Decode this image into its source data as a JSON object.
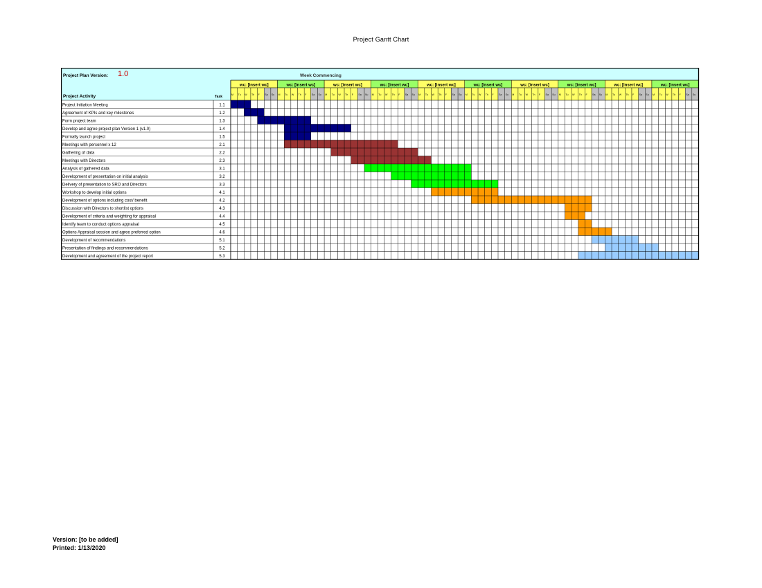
{
  "page": {
    "title": "Project Gantt Chart"
  },
  "header": {
    "version_label": "Project Plan Version:",
    "version_value": "1.0",
    "week_commencing_label": "Week Commencing",
    "activity_header": "Project Activity",
    "task_header": "Task",
    "week_labels": [
      "wc: [insert wc]",
      "wc: [insert wc]",
      "wc: [insert wc]",
      "wc: [insert wc]",
      "wc: [insert wc]",
      "wc: [insert wc]",
      "wc: [insert wc]",
      "wc: [insert wc]",
      "wc: [insert wc]",
      "wc: [insert wc]"
    ],
    "day_labels": [
      "M",
      "Tu",
      "W",
      "Th",
      "F",
      "Sa",
      "Su"
    ]
  },
  "colors": {
    "header_bg": "#ccffff",
    "week_yellow": "#ffff66",
    "week_green": "#99ff66",
    "day_yellow": "#ffff66",
    "day_weekend": "#c0c0c0",
    "phase1": "#000080",
    "phase2": "#993333",
    "phase3": "#00ff00",
    "phase4": "#ff9900",
    "phase5": "#99ccff"
  },
  "chart_data": {
    "type": "gantt",
    "title": "Project Gantt Chart",
    "x_unit": "day index (0 = Monday of week 1, 70 days over 10 weeks)",
    "tasks": [
      {
        "activity": "Project Initiation Meeting",
        "task": "1.1",
        "start": 0,
        "end": 3,
        "phase": 1
      },
      {
        "activity": "Agreement of KPIs and key milestones",
        "task": "1.2",
        "start": 2,
        "end": 5,
        "phase": 1
      },
      {
        "activity": "Form project team",
        "task": "1.3",
        "start": 4,
        "end": 12,
        "phase": 1
      },
      {
        "activity": "Develop and agree project plan Version 1 (v1.0)",
        "task": "1.4",
        "start": 8,
        "end": 18,
        "phase": 1
      },
      {
        "activity": "Formally launch project",
        "task": "1.5",
        "start": 8,
        "end": 12,
        "phase": 1
      },
      {
        "activity": "Meetings with personnel x 12",
        "task": "2.1",
        "start": 8,
        "end": 25,
        "phase": 2
      },
      {
        "activity": "Gathering of data",
        "task": "2.2",
        "start": 15,
        "end": 28,
        "phase": 2
      },
      {
        "activity": "Meetings with Directors",
        "task": "2.3",
        "start": 18,
        "end": 30,
        "phase": 2
      },
      {
        "activity": "Analysis of gathered data",
        "task": "3.1",
        "start": 20,
        "end": 36,
        "phase": 3
      },
      {
        "activity": "Development of presentation on initial analysis",
        "task": "3.2",
        "start": 24,
        "end": 36,
        "phase": 3
      },
      {
        "activity": "Delivery of presentation to SRO and Directors",
        "task": "3.3",
        "start": 27,
        "end": 40,
        "phase": 3
      },
      {
        "activity": "Workshop to develop initial options",
        "task": "4.1",
        "start": 30,
        "end": 40,
        "phase": 4
      },
      {
        "activity": "Development of options including cost/ benefit",
        "task": "4.2",
        "start": 36,
        "end": 54,
        "phase": 4
      },
      {
        "activity": "Discussion with Directors to shortlist options",
        "task": "4.3",
        "start": 50,
        "end": 54,
        "phase": 4
      },
      {
        "activity": "Development of criteria and weighting for appraisal",
        "task": "4.4",
        "start": 50,
        "end": 53,
        "phase": 4
      },
      {
        "activity": "Identify team to conduct options appraisal",
        "task": "4.5",
        "start": 52,
        "end": 54,
        "phase": 4
      },
      {
        "activity": "Options Appraisal session and agree preferred option",
        "task": "4.6",
        "start": 52,
        "end": 57,
        "phase": 4
      },
      {
        "activity": "Development of recommendations",
        "task": "5.1",
        "start": 54,
        "end": 61,
        "phase": 5
      },
      {
        "activity": "Presentation of findings and recommendations",
        "task": "5.2",
        "start": 56,
        "end": 64,
        "phase": 5
      },
      {
        "activity": "Development and agreement of the project report",
        "task": "5.3",
        "start": 52,
        "end": 70,
        "phase": 5
      }
    ]
  },
  "footer": {
    "version_line": "Version: [to be added]",
    "printed_line": "Printed: 1/13/2020"
  }
}
